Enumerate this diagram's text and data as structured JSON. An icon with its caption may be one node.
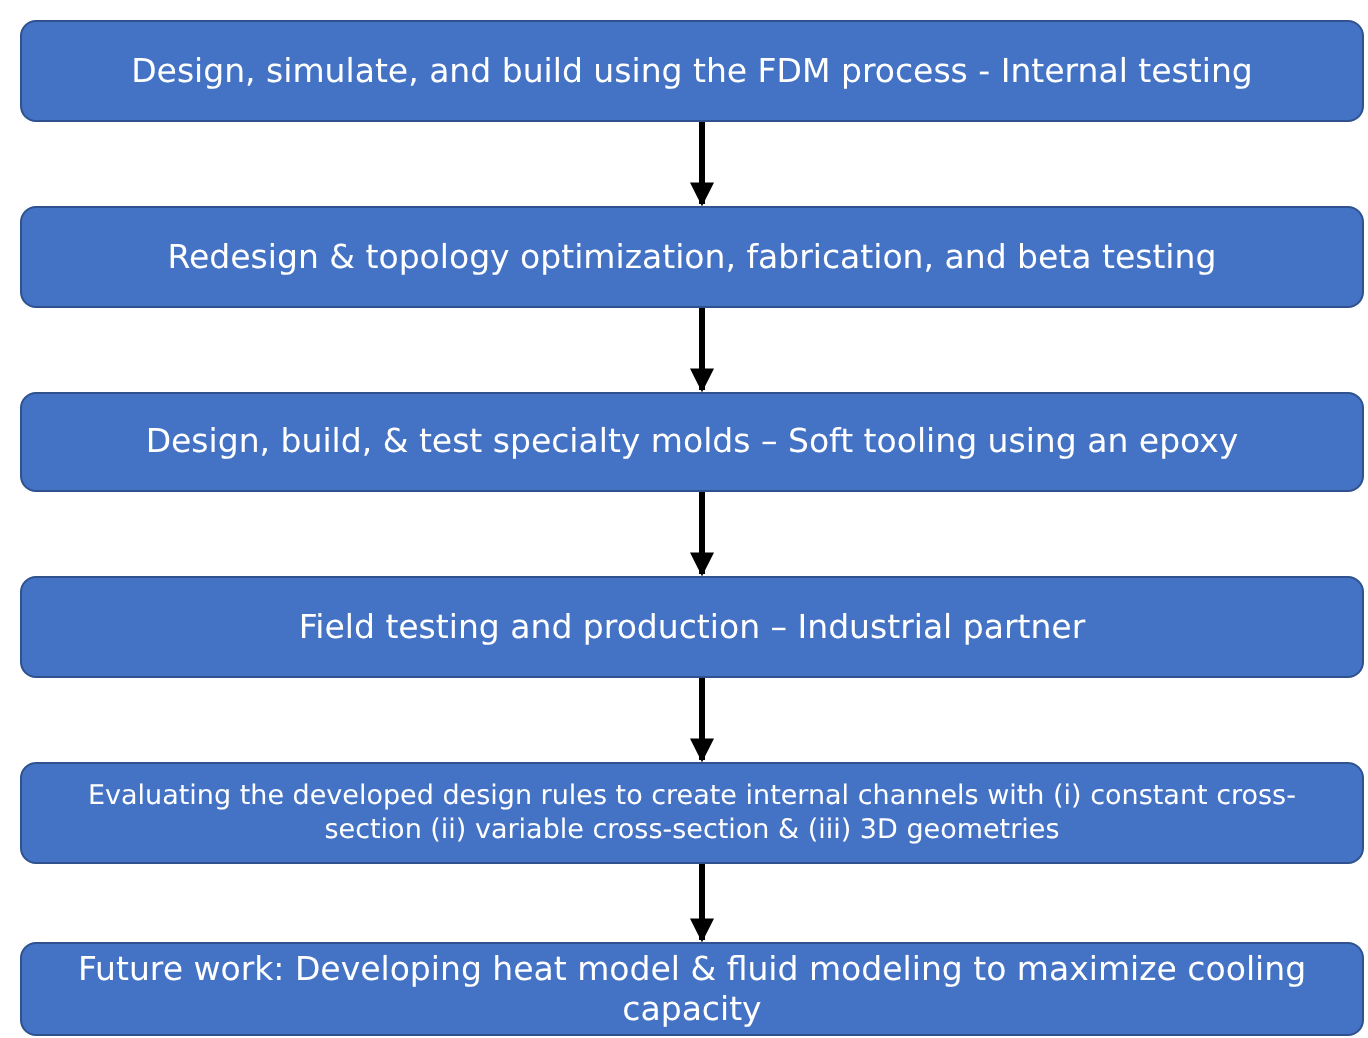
{
  "diagram": {
    "nodes": [
      {
        "text": [
          "Design, simulate, and build using the FDM process - Internal testing"
        ]
      },
      {
        "text": [
          "Redesign & topology optimization, fabrication, and beta testing"
        ]
      },
      {
        "text": [
          "Design, build, & test specialty molds – Soft tooling using an epoxy"
        ]
      },
      {
        "text": [
          "Field testing and production – Industrial partner"
        ]
      },
      {
        "text": [
          "Evaluating the developed design rules to create internal channels with (i) constant cross-section (ii) variable cross-section & (iii) 3D geometries"
        ]
      },
      {
        "text": [
          "Future work: Developing heat model & fluid modeling to maximize cooling capacity"
        ]
      }
    ],
    "edges": [
      {
        "from": 0,
        "to": 1,
        "arrow": "to"
      },
      {
        "from": 1,
        "to": 2,
        "arrow": "to"
      },
      {
        "from": 2,
        "to": 3,
        "arrow": "to"
      },
      {
        "from": 3,
        "to": 4,
        "arrow": "to"
      },
      {
        "from": 4,
        "to": 5,
        "arrow": "to"
      }
    ]
  }
}
